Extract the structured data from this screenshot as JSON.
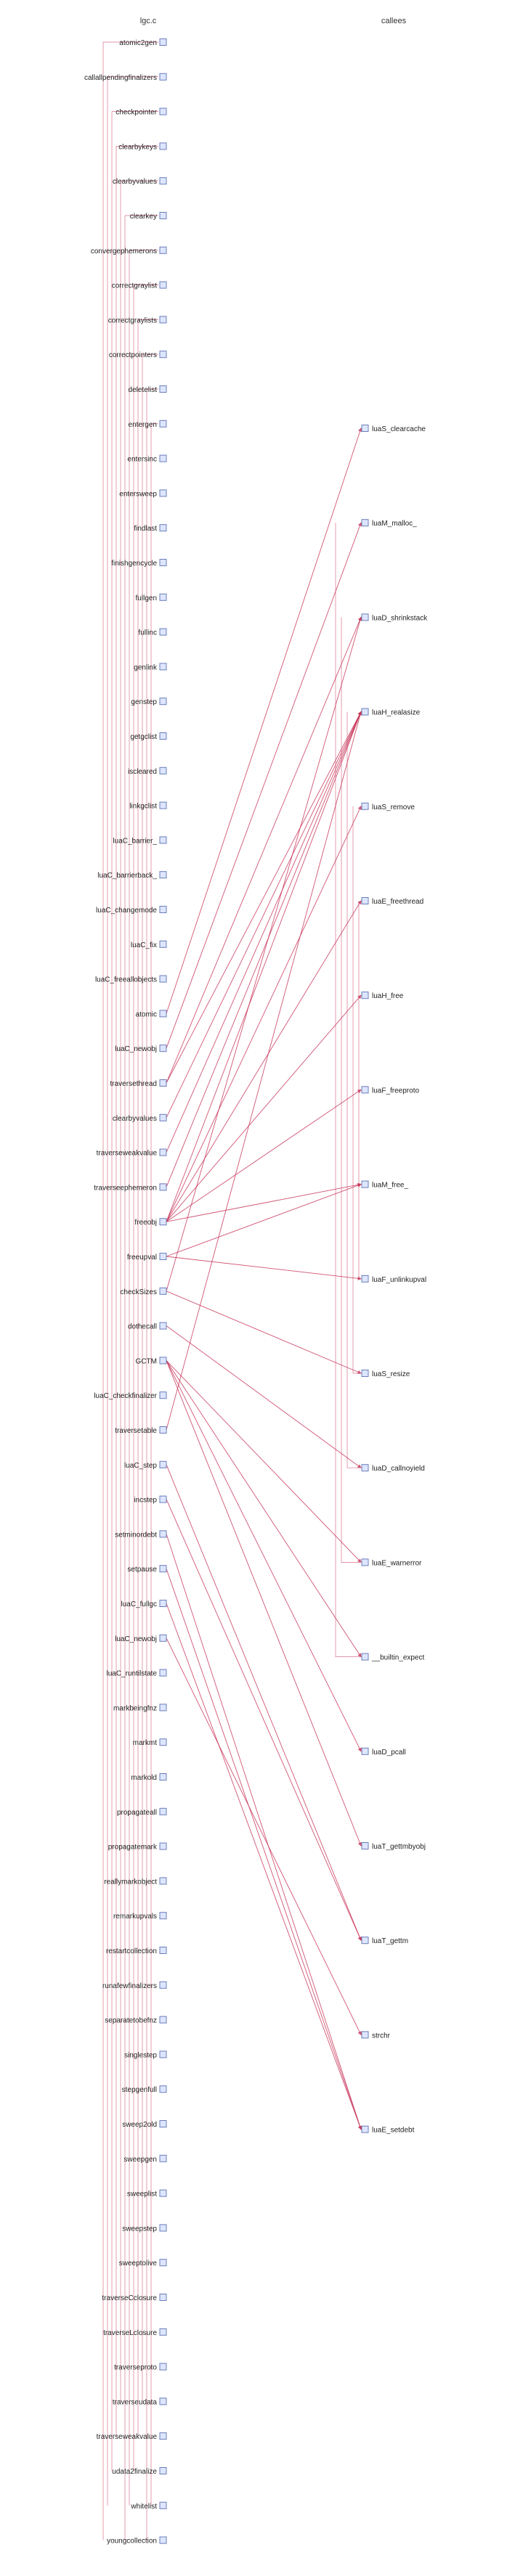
{
  "columns": {
    "left_title": "lgc.c",
    "right_title": "callees"
  },
  "left_nodes": [
    "atomic2gen",
    "callallpendingfinalizers",
    "checkpointer",
    "clearbykeys",
    "clearbyvalues",
    "clearkey",
    "convergephemerons",
    "correctgraylist",
    "correctgraylists",
    "correctpointers",
    "deletelist",
    "entergen",
    "entersinc",
    "entersweep",
    "findlast",
    "finishgencycle",
    "fullgen",
    "fullinc",
    "genlink",
    "genstep",
    "getgclist",
    "iscleared",
    "linkgclist",
    "luaC_barrier_",
    "luaC_barrierback_",
    "luaC_changemode",
    "luaC_fix",
    "luaC_freeallobjects",
    "atomic",
    "luaC_newobj",
    "traversethread",
    "clearbyvalues",
    "traverseweakvalue",
    "traverseephemeron",
    "freeobj",
    "freeupval",
    "checkSizes",
    "dothecall",
    "GCTM",
    "luaC_checkfinalizer",
    "traversetable",
    "luaC_step",
    "incstep",
    "setminordebt",
    "setpause",
    "luaC_fullgc",
    "luaC_newobj",
    "luaC_runtilstate",
    "markbeingfnz",
    "markmt",
    "markold",
    "propagateall",
    "propagatemark",
    "reallymarkobject",
    "remarkupvals",
    "restartcollection",
    "runafewfinalizers",
    "separatetobefnz",
    "singlestep",
    "stepgenfull",
    "sweep2old",
    "sweepgen",
    "sweeplist",
    "sweepstep",
    "sweeptolive",
    "traverseCclosure",
    "traverseLclosure",
    "traverseproto",
    "traverseudata",
    "traverseweakvalue",
    "udata2finalize",
    "whitelist",
    "youngcollection"
  ],
  "right_nodes": [
    "luaS_clearcache",
    "luaM_malloc_",
    "luaD_shrinkstack",
    "luaH_realasize",
    "luaS_remove",
    "luaE_freethread",
    "luaH_free",
    "luaF_freeproto",
    "luaM_free_",
    "luaF_unlinkupval",
    "luaS_resize",
    "luaD_callnoyield",
    "luaE_warnerror",
    "__builtin_expect",
    "luaD_pcall",
    "luaT_gettmbyobj",
    "luaT_gettm",
    "strchr",
    "luaE_setdebt"
  ],
  "edges": [
    [
      28,
      0
    ],
    [
      29,
      1
    ],
    [
      30,
      2
    ],
    [
      30,
      3
    ],
    [
      31,
      3
    ],
    [
      32,
      3
    ],
    [
      33,
      3
    ],
    [
      34,
      4
    ],
    [
      34,
      5
    ],
    [
      34,
      6
    ],
    [
      34,
      7
    ],
    [
      34,
      8
    ],
    [
      34,
      3
    ],
    [
      35,
      8
    ],
    [
      35,
      9
    ],
    [
      36,
      10
    ],
    [
      36,
      2
    ],
    [
      37,
      11
    ],
    [
      38,
      12
    ],
    [
      38,
      13
    ],
    [
      38,
      14
    ],
    [
      38,
      15
    ],
    [
      40,
      3
    ],
    [
      41,
      16
    ],
    [
      42,
      16
    ],
    [
      43,
      18
    ],
    [
      44,
      18
    ],
    [
      45,
      18
    ],
    [
      46,
      17
    ]
  ],
  "colors": {
    "edge": "#c8365a",
    "node_fill": "#dde6ff",
    "node_stroke": "#6b7db8"
  }
}
